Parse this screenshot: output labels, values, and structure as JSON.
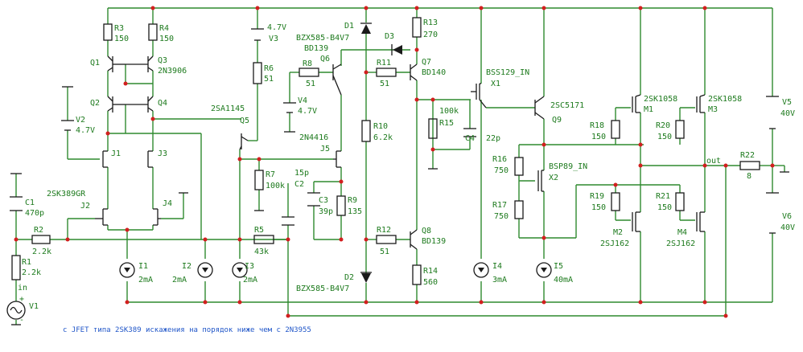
{
  "refs": {
    "R1": "R1",
    "R2": "R2",
    "R3": "R3",
    "R4": "R4",
    "R5": "R5",
    "R6": "R6",
    "R7": "R7",
    "R8": "R8",
    "R9": "R9",
    "R10": "R10",
    "R11": "R11",
    "R12": "R12",
    "R13": "R13",
    "R14": "R14",
    "R15": "R15",
    "R16": "R16",
    "R17": "R17",
    "R18": "R18",
    "R19": "R19",
    "R20": "R20",
    "R21": "R21",
    "R22": "R22",
    "C1": "C1",
    "C2": "C2",
    "C3": "C3",
    "C4": "C4",
    "Q1": "Q1",
    "Q2": "Q2",
    "Q3": "Q3",
    "Q4": "Q4",
    "Q5": "Q5",
    "Q6": "Q6",
    "Q7": "Q7",
    "Q8": "Q8",
    "Q9": "Q9",
    "J1": "J1",
    "J2": "J2",
    "J3": "J3",
    "J4": "J4",
    "J5": "J5",
    "D1": "D1",
    "D2": "D2",
    "D3": "D3",
    "X1": "X1",
    "X2": "X2",
    "M1": "M1",
    "M2": "M2",
    "M3": "M3",
    "M4": "M4",
    "I1": "I1",
    "I2": "I2",
    "I3": "I3",
    "I4": "I4",
    "I5": "I5",
    "V1": "V1",
    "V2": "V2",
    "V3": "V3",
    "V4": "V4",
    "V5": "V5",
    "V6": "V6"
  },
  "values": {
    "R1": "2.2k",
    "R2": "2.2k",
    "R3": "150",
    "R4": "150",
    "R5": "43k",
    "R6": "51",
    "R7": "100k",
    "R8": "51",
    "R9": "135",
    "R10": "6.2k",
    "R11": "51",
    "R12": "51",
    "R13": "270",
    "R14": "560",
    "R15": "100k",
    "R16": "750",
    "R17": "750",
    "R18": "150",
    "R19": "150",
    "R20": "150",
    "R21": "150",
    "R22": "8",
    "C1": "470p",
    "C2": "15p",
    "C3": "39p",
    "C4": "22p",
    "Q3": "2N3906",
    "Q5": "2SA1145",
    "Q6": "BD139",
    "Q7": "BD140",
    "Q8": "BD139",
    "Q9": "2SC5171",
    "J2": "2SK389GR",
    "J5": "2N4416",
    "D1": "BZX585-B4V7",
    "D2": "BZX585-B4V7",
    "X1": "BSS129_IN",
    "X2": "BSP89_IN",
    "M1": "2SK1058",
    "M2": "2SJ162",
    "M3": "2SK1058",
    "M4": "2SJ162",
    "I1": "2mA",
    "I2": "2mA",
    "I3": "2mA",
    "I4": "3mA",
    "I5": "40mA",
    "V2": "4.7V",
    "V3": "4.7V",
    "V4": "4.7V",
    "V5": "40V",
    "V6": "40V"
  },
  "nets": {
    "in": "in",
    "out": "out"
  },
  "signs": {
    "plus": "+",
    "minus": "-"
  },
  "note": "с JFET типа 2SK389 искажения на порядок ниже чем с 2N3955",
  "colors": {
    "wire": "#2f8a2f",
    "component": "#1a1a1a",
    "junction": "#d21f1f",
    "label": "#1d7a1d",
    "note": "#1f55c8"
  }
}
